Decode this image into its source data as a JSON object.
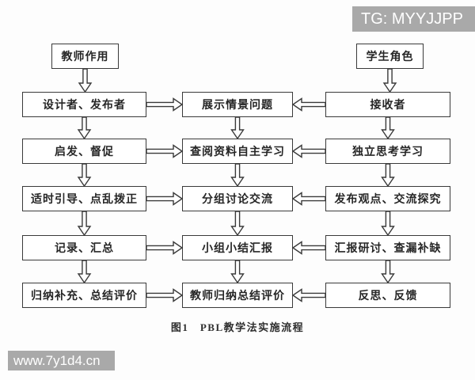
{
  "watermarks": {
    "top_right": "TG: MYYJJPP",
    "bottom_left": "www.7y1d4.cn"
  },
  "caption": "图1　PBL教学法实施流程",
  "colors": {
    "line": "#3a3a3a",
    "text": "#262626",
    "box_fill": "#ffffff",
    "background": "#fdfdfd",
    "watermark_bg": "#a9a9a9",
    "watermark_text": "#ffffff"
  },
  "diagram": {
    "type": "flowchart",
    "title": "PBL教学法实施流程",
    "column_headers": {
      "left": "教师作用",
      "right": "学生角色"
    },
    "nodes": [
      {
        "id": "teacher_header",
        "label": "教师作用",
        "col": "left",
        "row": "header"
      },
      {
        "id": "student_header",
        "label": "学生角色",
        "col": "right",
        "row": "header"
      },
      {
        "id": "t1",
        "label": "设计者、发布者",
        "col": "left",
        "row": 0
      },
      {
        "id": "t2",
        "label": "启发、督促",
        "col": "left",
        "row": 1
      },
      {
        "id": "t3",
        "label": "适时引导、点乱拨正",
        "col": "left",
        "row": 2
      },
      {
        "id": "t4",
        "label": "记录、汇总",
        "col": "left",
        "row": 3
      },
      {
        "id": "t5",
        "label": "归纳补充、总结评价",
        "col": "left",
        "row": 4
      },
      {
        "id": "p1",
        "label": "展示情景问题",
        "col": "mid",
        "row": 0
      },
      {
        "id": "p2",
        "label": "查阅资料自主学习",
        "col": "mid",
        "row": 1
      },
      {
        "id": "p3",
        "label": "分组讨论交流",
        "col": "mid",
        "row": 2
      },
      {
        "id": "p4",
        "label": "小组小结汇报",
        "col": "mid",
        "row": 3
      },
      {
        "id": "p5",
        "label": "教师归纳总结评价",
        "col": "mid",
        "row": 4
      },
      {
        "id": "s1",
        "label": "接收者",
        "col": "right",
        "row": 0
      },
      {
        "id": "s2",
        "label": "独立思考学习",
        "col": "right",
        "row": 1
      },
      {
        "id": "s3",
        "label": "发布观点、交流探究",
        "col": "right",
        "row": 2
      },
      {
        "id": "s4",
        "label": "汇报研讨、查漏补缺",
        "col": "right",
        "row": 3
      },
      {
        "id": "s5",
        "label": "反思、反馈",
        "col": "right",
        "row": 4
      }
    ],
    "edges": [
      [
        "teacher_header",
        "t1"
      ],
      [
        "student_header",
        "s1"
      ],
      [
        "t1",
        "p1"
      ],
      [
        "s1",
        "p1"
      ],
      [
        "t2",
        "p2"
      ],
      [
        "s2",
        "p2"
      ],
      [
        "t3",
        "p3"
      ],
      [
        "s3",
        "p3"
      ],
      [
        "t4",
        "p4"
      ],
      [
        "s4",
        "p4"
      ],
      [
        "t5",
        "p5"
      ],
      [
        "s5",
        "p5"
      ],
      [
        "t1",
        "t2"
      ],
      [
        "t2",
        "t3"
      ],
      [
        "t3",
        "t4"
      ],
      [
        "t4",
        "t5"
      ],
      [
        "p1",
        "p2"
      ],
      [
        "p2",
        "p3"
      ],
      [
        "p3",
        "p4"
      ],
      [
        "p4",
        "p5"
      ],
      [
        "s1",
        "s2"
      ],
      [
        "s2",
        "s3"
      ],
      [
        "s3",
        "s4"
      ],
      [
        "s4",
        "s5"
      ]
    ]
  }
}
